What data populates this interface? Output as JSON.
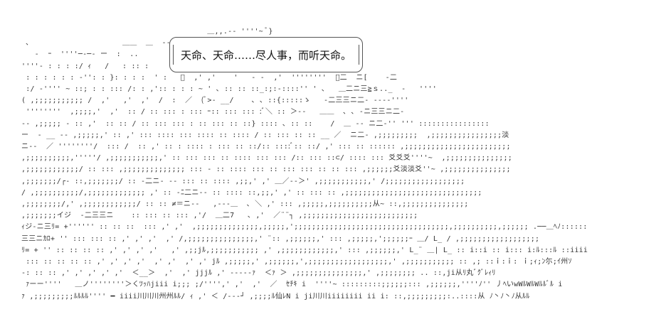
{
  "caption": "天命、天命……尽人事，而听天命。",
  "art_lines": [
    "                                          ＿,,.-‐ ''''~ ﾞ}",
    " ､                     ＿＿  ＿  -‐                           ‐-",
    "   ‐  ｰ  ''''─‐─‐ ー  :  ..                                  : : ::]‐二‐",
    "''''‐ : : : :/ ｨ   /   : :: :                          ‐-'''''   ,;ノ＿‐ニニ‐-",
    " : : : : : : ‐'': : }: : : :  ' :   ﾞ  ,' ,'    '   ‐ ‐  ,'  ''''''''  ー二  ニ[    ‐二",
    " :/ ‐'''' ~ ::; : : ::: /: : ,':: : : : ~ ' ､ :: :: ::_:;:-::::'' ' ､   ＿二ニ三≧ｓ.._  ‐   ''''",
    "( ,;;;;;;;;;;; /  ,'   ,'  ,'  /  :  ／  (ﾞ>- __/    ､ ､ ::{:::::ゝ   ‐二三三ニ二‐ ‐‐‐‐''''",
    " ''''''''  ,;;;;,'  ,'  :: / :: ::: : ::: ｰ:: ::: ::: :ﾞ＼ :: ＞‐‐   ＿＿  ､ ､ -ニ三三ニ二‐",
    "‐‐ ,;;;;; ‐ :: ,'  :: :: / :: ::: ::: : :: ::: :: ::} :::: ､ :: ::    /  ＿ ‐‐ ニ二‐'' ''' ::::::::::::::::",
    "ー  ‐ __ ‐‐ ,;;;;;,' :: ,' ::: :::: ::: :::: :: :::: / :: ::: :: :: __ ／  ニ二‐ ,;;;;;;;;;  ,;;;;;;;;;;;;;;;;淡",
    "ニ‐‐  ／ ''''''''/  ::: /  :: ,' :: : :::: : ::: :: ::/:: ::::ﾞ:: ::/ ,' ::: :: :::::: ,;;;;;;;;;;;;;;;;;;;;;;;;",
    ",;;;;;;;;;;,'''''/ ,;;;;;;;;;;;,' :: ::: ::: :: :::: ::: ::: /:: ::: ::⊂/ :::: ::: 爻爻爻''''~  ,;;;;;;;;;;;;;;;",
    ",;;;;;;;;;;;;/ :: ::: ,;;;;;;;;;;;;;; ::: ‐ :: :::: ::: :: ::: ::: :: :: ::: ,;;;;;;爻淡淡爻''~ ,;;;;;;;;;;;;;;;",
    ",;;;;;;;/┌‐ ::,;;;;;;;/ :: ‐二ニ‐ ‐‐ ::: :: :::: ,;;,' ,' ＿／‐‐＞' ,;;;;;;;;;;;,' /;;;;;;;;;;;;;;;;;;",
    "/ ,;;;;;;;;;;/,;;;;;;;;;;;;; ,' :: ‐ﾆ二ニ‐‐ :: :::: ::,;;,' ,' :: ::: :: ,;;;;;;;;;;;;;;;;;;;;;;;;;;;;;;;",
    ",;;;;;;;;/,' ,;;;;;;;;;;;;/ :: :: ≠＝ニ‐‐   ,‐‐‐＿  ､ ＼ ,' ::: ,;;;;;,;;;;;;;;;;从~ ::,;;;;;;;;;;;;;;;",
    ",;;;;;;;イジ  ‐二三三ニ    :: ::: :: ::: ,'/  ＿二7   ､ ,'  ／¨¨┐ ,;;;;;;;;;;;;;;;;;;;;;;;;;;",
    "ｨジ‐ニ三ﾘ= +'''''' :: :: ::  ::: ,' ,'  ,;;;;;;;;;;;;;;,;;;;;,';;;;;;;;;;;;;;;;;;;;;;;;;;;;;;;;;;;,;;;;;;;;;;,;;;;;; .──＿ﾍﾉ::::::",
    "三三ニｶﾛ+ '' ::: ::: :: ,' ,' ,'  ,' /,;;;;;;;;;;;;;;;,' ¨:: ,;;;;;;,' ::: ,;;;;;,';;;;;;ｰ ＿/ L_ / ,;;;;;;;;;;;;;;;;;;",
    "ﾘ= + '' :: :: :: :: ,' ,' ,' ,'   ,' ,;;jﾙ,;;;;;;;;;;; ,' ,;;;;;;;;;;;;,' ::: ,;;;;;;,' L_¨ ＿| L_ :: i::i :: i::: i:ﾙ:::ﾙ ::iiii",
    " ::: :: :: :: :: ,' ,' ,' ,'  ,' ,'  ,' ,' jﾙ ,;;;;;,' ,;;;;;;,',;;;;;;;;;;;;;;;;;;,' ,;;;;;;;;;;; :: ,; ::ｉ:ｉ: ｉ;ｨ;ﾝ尓;ｲ州ｿ",
    "-: :: :: ,' ,' ,' ,' ,'  ＜__＞  ,'  ,' jjjﾙ ,' ‐‐‐‐‐ｧ  ＜ｧ ＞ ,;;;;;;;;;;;;;;;,' ,;;;;;;;; .. ::,ji从ﾘ丸ﾞｸﾞﾚｨﾘ",
    " ｧーー''''   ＿ノ''''''''＞くﾂｯﾊjiii i;;; ;/'''',' ,'  ,'  ／  ｾﾁｷ i  ''''~ :::::::::;;;;;;::: ,;;;;;;,''''ﾉ'' 丿ﾍいwWﾙWﾙWﾙﾙﾞﾙ i",
    "ｧ ,;;;;;;;;;ﾙﾙﾙﾙ'''' ━ iiii川川川州州ﾙﾙ/ ｨ ,' ＜ /‐‐‐┘ ,;;;;ﾙ仙ﾚN i ji川川iiiiiiii ii i: ::,;;;;;;;;;:..::::从 ﾉ丶ﾉ丶ﾉ从ﾙﾙ"
  ]
}
